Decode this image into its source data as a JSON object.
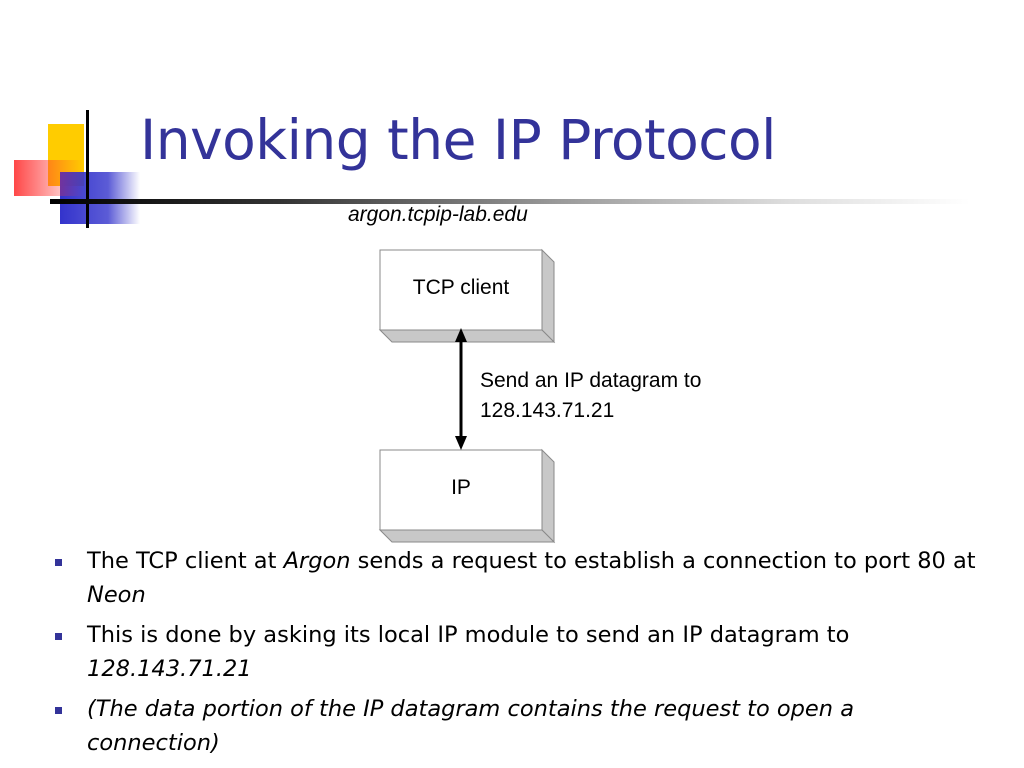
{
  "slide": {
    "title": "Invoking the IP Protocol",
    "host_label": "argon.tcpip-lab.edu"
  },
  "diagram": {
    "top_box": "TCP client",
    "bottom_box": "IP",
    "arrow_label_line1": "Send an IP datagram to",
    "arrow_label_line2": "128.143.71.21"
  },
  "bullets": [
    {
      "t1": "The TCP client at ",
      "t2": "Argon",
      "t3": " sends a request to establish a connection to port 80 at ",
      "t4": "Neon"
    },
    {
      "t1": "This is done by asking its local IP module to send an IP datagram to ",
      "t2": "128.143.71.21"
    },
    {
      "t1": "(The data portion of the IP datagram contains the request to open a connection)"
    }
  ],
  "colors": {
    "title": "#333399",
    "bullet": "#333399",
    "logo_yellow": "#ffcc00",
    "logo_blue": "#3333cc",
    "logo_red": "#ff3333"
  }
}
